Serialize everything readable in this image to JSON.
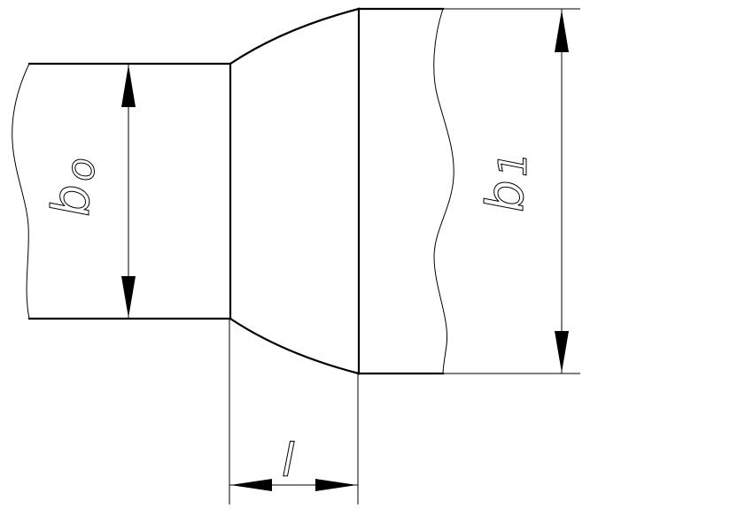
{
  "diagram": {
    "labels": {
      "inlet_width": "b",
      "inlet_width_sub": "o",
      "outlet_width": "b",
      "outlet_width_sub": "1",
      "transition_length": "l"
    }
  }
}
